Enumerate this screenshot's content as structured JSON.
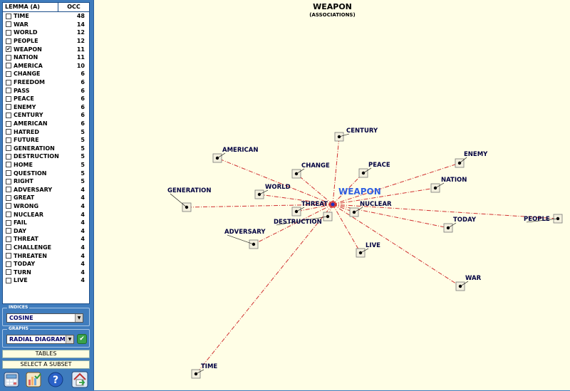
{
  "lemma_table": {
    "header_lemma": "LEMMA (A)",
    "header_occ": "OCC",
    "rows": [
      {
        "lemma": "TIME",
        "occ": "48",
        "checked": false
      },
      {
        "lemma": "WAR",
        "occ": "14",
        "checked": false
      },
      {
        "lemma": "WORLD",
        "occ": "12",
        "checked": false
      },
      {
        "lemma": "PEOPLE",
        "occ": "12",
        "checked": false
      },
      {
        "lemma": "WEAPON",
        "occ": "11",
        "checked": true
      },
      {
        "lemma": "NATION",
        "occ": "11",
        "checked": false
      },
      {
        "lemma": "AMERICA",
        "occ": "10",
        "checked": false
      },
      {
        "lemma": "CHANGE",
        "occ": "6",
        "checked": false
      },
      {
        "lemma": "FREEDOM",
        "occ": "6",
        "checked": false
      },
      {
        "lemma": "PASS",
        "occ": "6",
        "checked": false
      },
      {
        "lemma": "PEACE",
        "occ": "6",
        "checked": false
      },
      {
        "lemma": "ENEMY",
        "occ": "6",
        "checked": false
      },
      {
        "lemma": "CENTURY",
        "occ": "6",
        "checked": false
      },
      {
        "lemma": "AMERICAN",
        "occ": "6",
        "checked": false
      },
      {
        "lemma": "HATRED",
        "occ": "5",
        "checked": false
      },
      {
        "lemma": "FUTURE",
        "occ": "5",
        "checked": false
      },
      {
        "lemma": "GENERATION",
        "occ": "5",
        "checked": false
      },
      {
        "lemma": "DESTRUCTION",
        "occ": "5",
        "checked": false
      },
      {
        "lemma": "HOME",
        "occ": "5",
        "checked": false
      },
      {
        "lemma": "QUESTION",
        "occ": "5",
        "checked": false
      },
      {
        "lemma": "RIGHT",
        "occ": "5",
        "checked": false
      },
      {
        "lemma": "ADVERSARY",
        "occ": "4",
        "checked": false
      },
      {
        "lemma": "GREAT",
        "occ": "4",
        "checked": false
      },
      {
        "lemma": "WRONG",
        "occ": "4",
        "checked": false
      },
      {
        "lemma": "NUCLEAR",
        "occ": "4",
        "checked": false
      },
      {
        "lemma": "FAIL",
        "occ": "4",
        "checked": false
      },
      {
        "lemma": "DAY",
        "occ": "4",
        "checked": false
      },
      {
        "lemma": "THREAT",
        "occ": "4",
        "checked": false
      },
      {
        "lemma": "CHALLENGE",
        "occ": "4",
        "checked": false
      },
      {
        "lemma": "THREATEN",
        "occ": "4",
        "checked": false
      },
      {
        "lemma": "TODAY",
        "occ": "4",
        "checked": false
      },
      {
        "lemma": "TURN",
        "occ": "4",
        "checked": false
      },
      {
        "lemma": "LIVE",
        "occ": "4",
        "checked": false
      }
    ]
  },
  "indices": {
    "title": "INDICES",
    "selected": "COSINE"
  },
  "graphs": {
    "title": "GRAPHS",
    "selected": "RADIAL DIAGRAM"
  },
  "buttons": {
    "tables": "TABLES",
    "select_subset": "SELECT A SUBSET"
  },
  "graph": {
    "title": "WEAPON",
    "subtitle": "(ASSOCIATIONS)",
    "center": "WEAPON",
    "nodes": [
      "CENTURY",
      "AMERICAN",
      "ENEMY",
      "CHANGE",
      "PEACE",
      "NATION",
      "GENERATION",
      "WORLD",
      "THREAT",
      "NUCLEAR",
      "PEOPLE",
      "DESTRUCTION",
      "TODAY",
      "ADVERSARY",
      "LIVE",
      "WAR",
      "TIME"
    ]
  },
  "colors": {
    "edge": "#d03030",
    "node_fill": "#000000",
    "center": "#2f5fe0",
    "canvas": "#fffee6",
    "panel": "#3f7cbd"
  }
}
